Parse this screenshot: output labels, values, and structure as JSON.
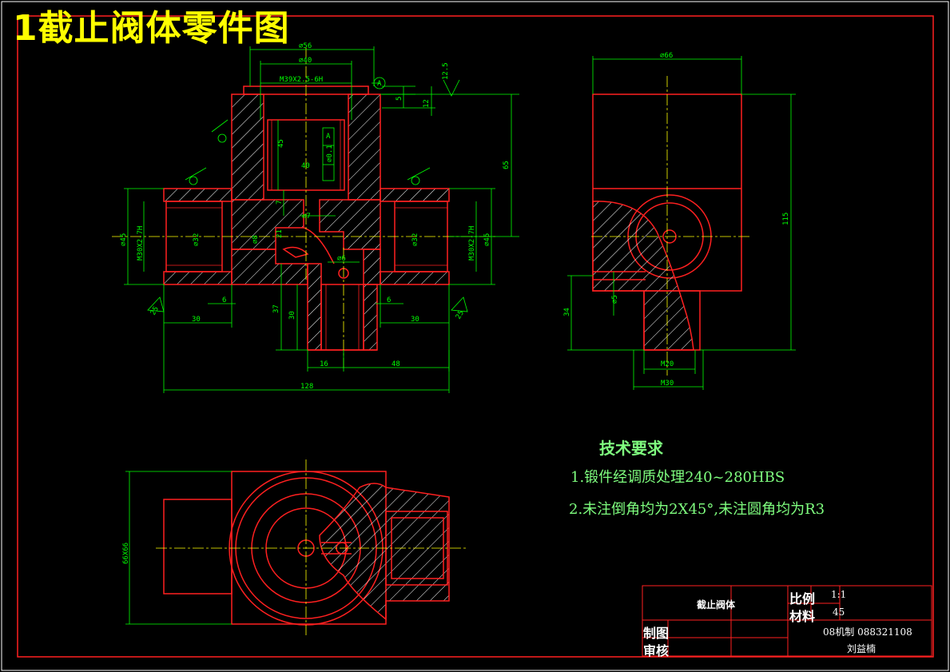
{
  "drawing": {
    "title": "1截止阀体零件图",
    "colors": {
      "background": "#000000",
      "outline": "#ff2020",
      "dimension": "#00ff00",
      "hatch": "#ffffff",
      "centerline": "#ffff00",
      "title_text": "#ffff00",
      "note_text": "#7fff7f"
    }
  },
  "dimensions": {
    "front": {
      "d56": "⌀56",
      "d40": "⌀40",
      "thread_top": "M39X2.5-6H",
      "datum": "A",
      "h5": "5",
      "h12": "12",
      "h45": "45",
      "h40": "40",
      "h65": "65",
      "h7": "7",
      "d7": "⌀7",
      "d21": "21",
      "d8": "⌀8",
      "d6": "⌀6",
      "d45_left": "⌀45",
      "thread_left": "M30X2-7H",
      "d32_left": "⌀32",
      "d45_right": "⌀45",
      "thread_right": "M30X2-7H",
      "d32_right": "⌀32",
      "tol_value": "⌀0.1",
      "tol_datum": "A",
      "l6_left": "6",
      "l6_right": "6",
      "l30_left": "30",
      "l30_right": "30",
      "h37": "37",
      "h30": "30",
      "l16": "16",
      "l48": "48",
      "l128": "128",
      "rough1": "12.5",
      "rough2": "25",
      "rough3": "25"
    },
    "side": {
      "d66": "⌀66",
      "h115": "115",
      "h34": "34",
      "d5": "⌀5",
      "m20": "M20",
      "m30": "M30"
    },
    "top": {
      "size": "66X66"
    }
  },
  "requirements": {
    "heading": "技术要求",
    "item1": "1.锻件经调质处理240~280HBS",
    "item2": "2.未注倒角均为2X45°,未注圆角均为R3"
  },
  "title_block": {
    "part_name": "截止阀体",
    "scale_label": "比例",
    "scale_value": "1:1",
    "material_label": "材料",
    "material_value": "45",
    "drawn_label": "制图",
    "checked_label": "审核",
    "class_info": "08机制 088321108",
    "author": "刘益楠"
  }
}
